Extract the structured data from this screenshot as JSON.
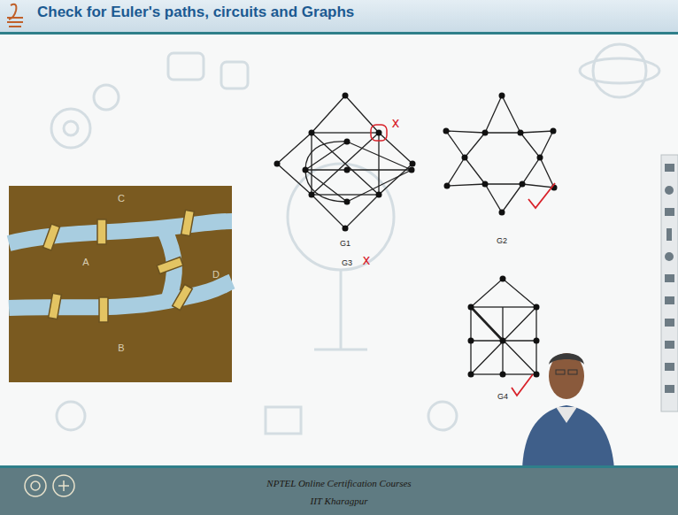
{
  "diagram": {
    "title": "Check for Euler's paths, circuits and Graphs",
    "labels": [
      "C",
      "A",
      "D",
      "B",
      "G1",
      "G2",
      "G3",
      "G4",
      "x",
      "x",
      "NPTEL Online Certification Courses",
      "IIT Kharagpur"
    ]
  }
}
